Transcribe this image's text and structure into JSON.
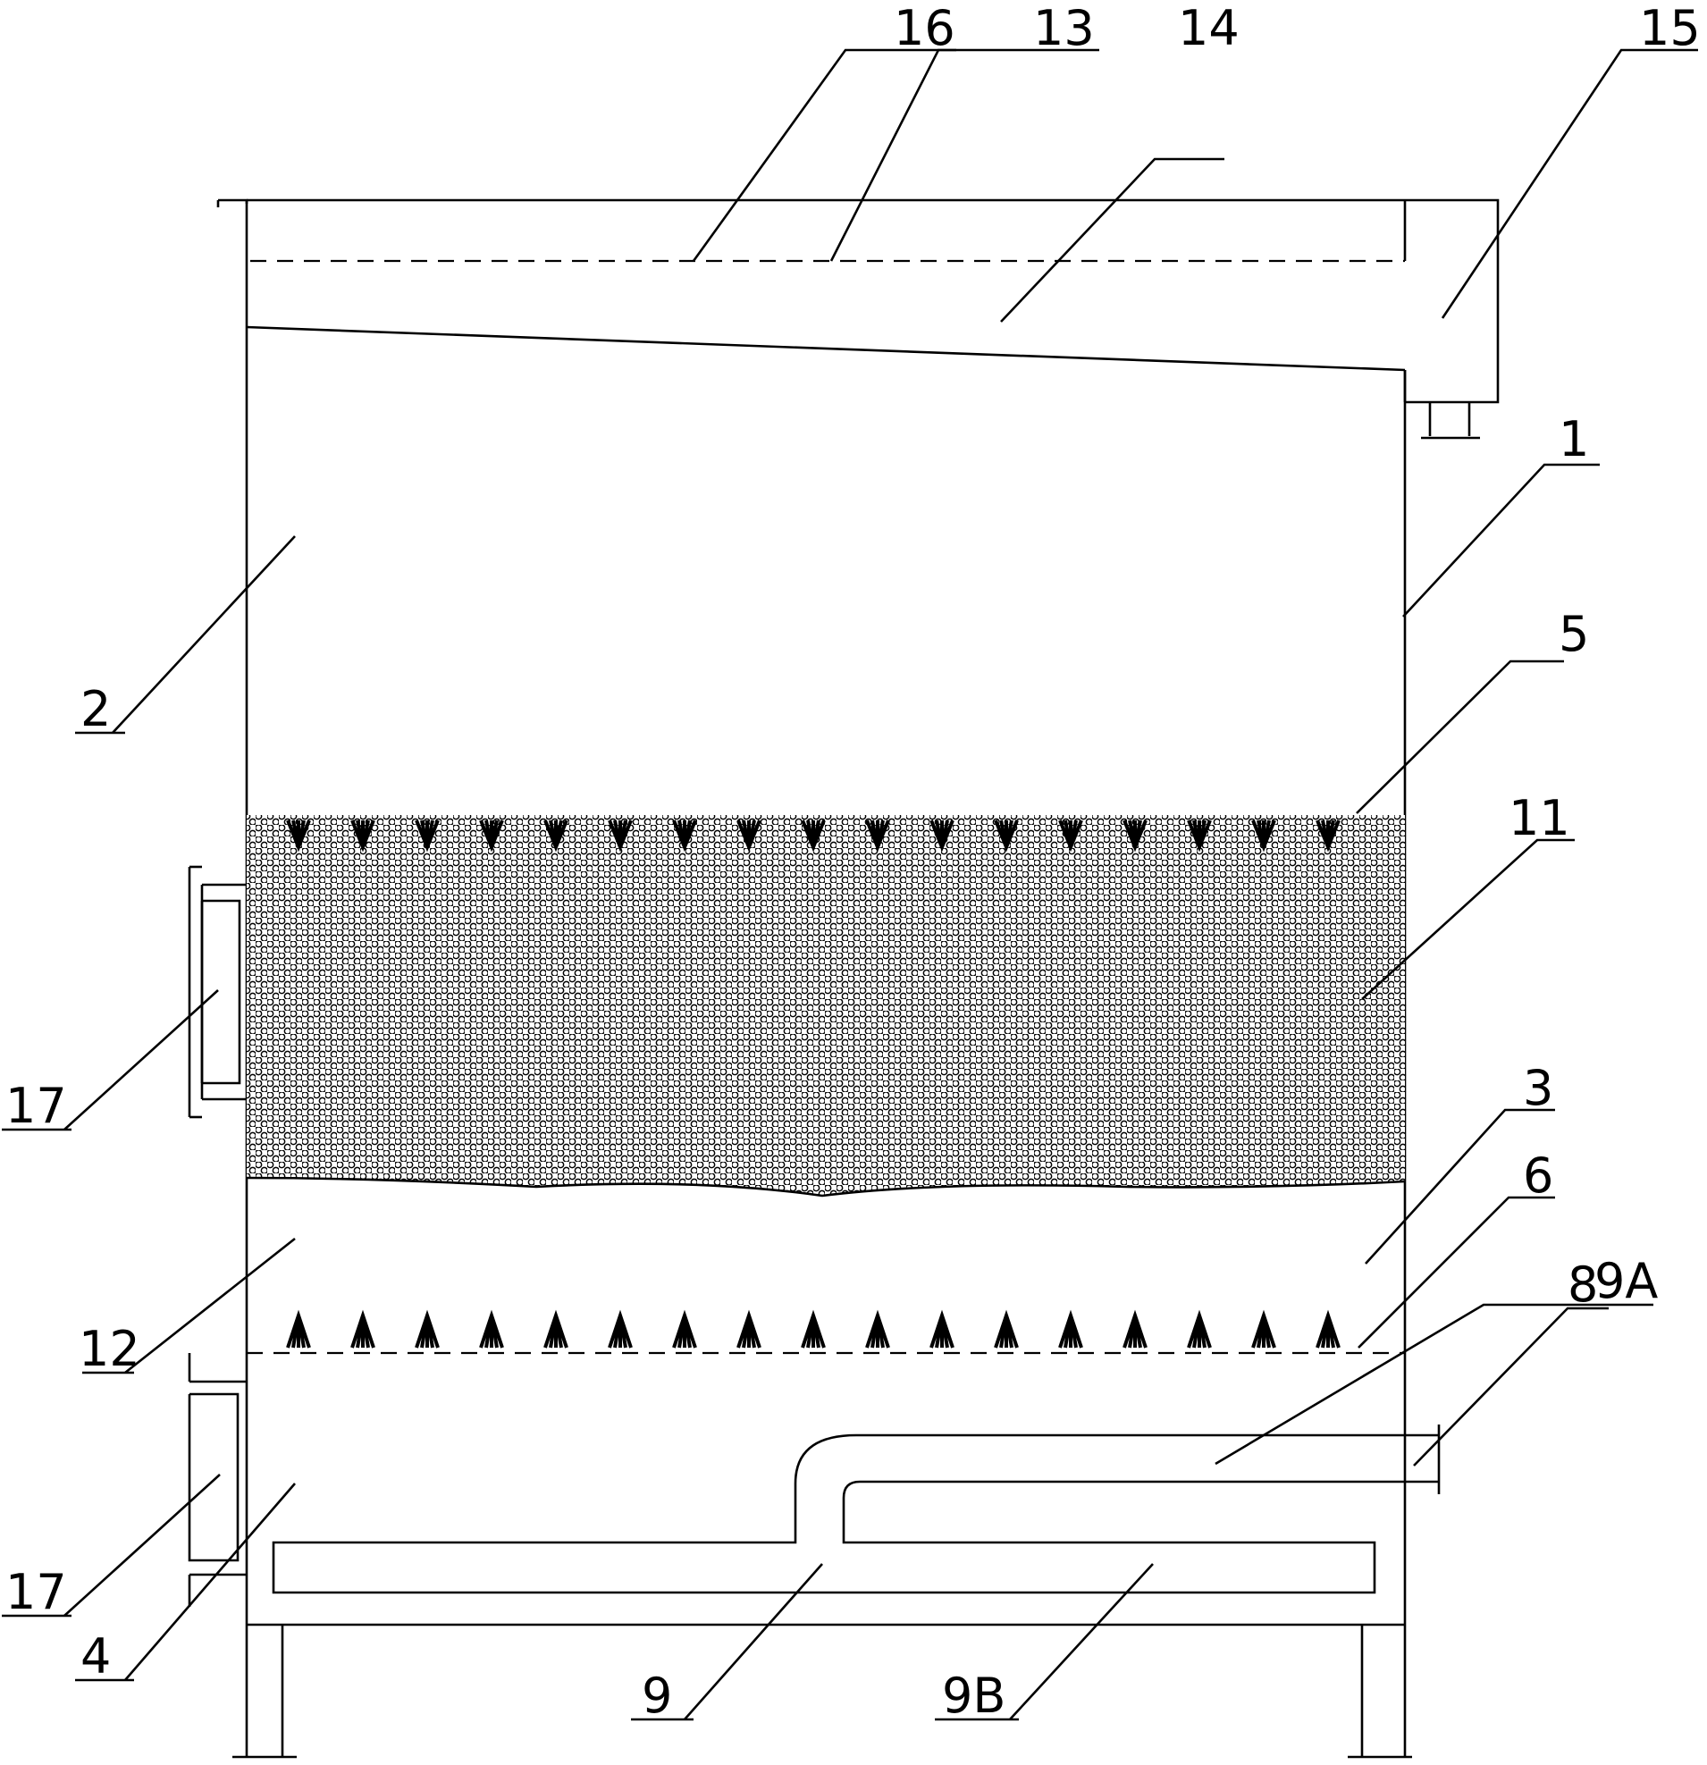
{
  "labels": {
    "tank_body": "1",
    "upper_chamber": "2",
    "filter_chamber": "3",
    "bottom_chamber": "4",
    "upper_nozzles": "5",
    "lower_nozzles": "6",
    "inlet_pipe": "8",
    "aeration_pipe": "9",
    "aeration_pipe_a": "9A",
    "aeration_pipe_b": "9B",
    "filter_media": "11",
    "clear_water_zone": "12",
    "overflow_weir": "13",
    "collection_trough": "14",
    "outlet_box": "15",
    "water_level": "16",
    "side_port_upper": "17",
    "side_port_lower": "17"
  }
}
